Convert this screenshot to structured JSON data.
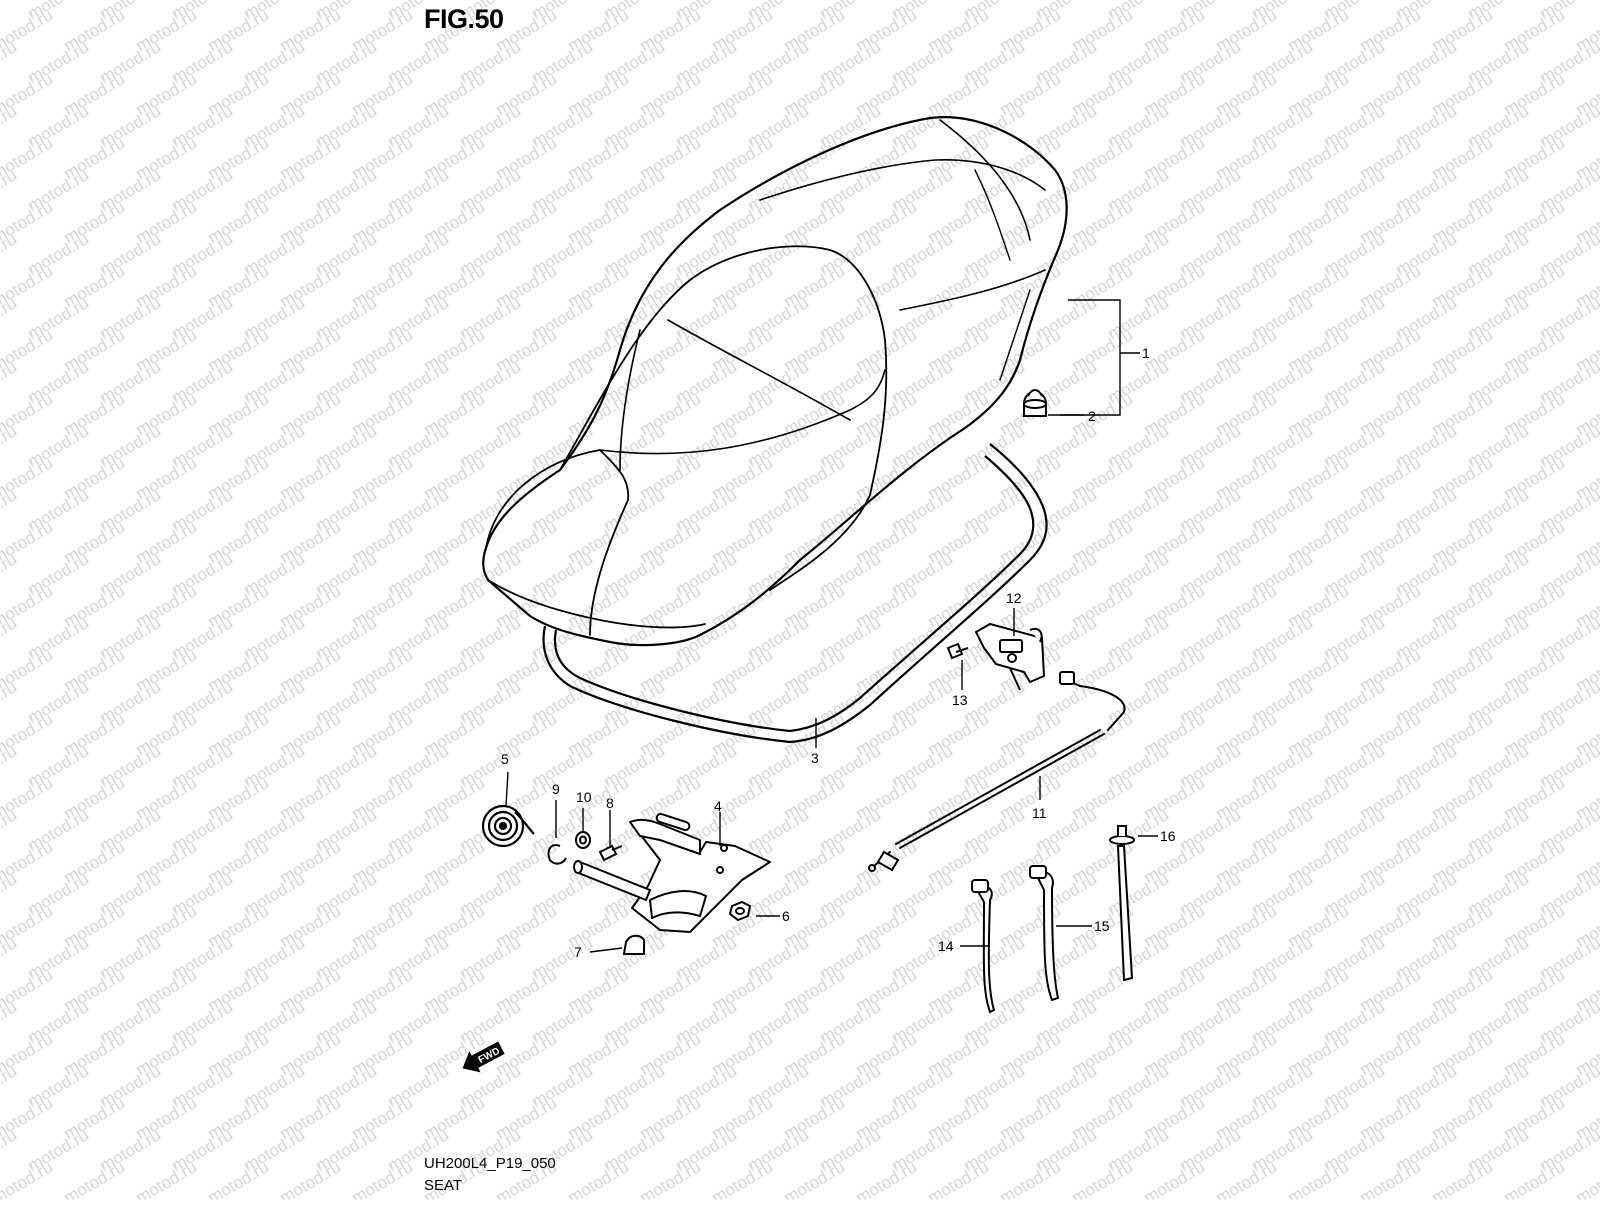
{
  "figure": {
    "title": "FIG.50",
    "code": "UH200L4_P19_050",
    "name": "SEAT"
  },
  "watermark": {
    "text": "motod.ru",
    "color": "#d6d6d6"
  },
  "fwd_arrow": {
    "label": "FWD"
  },
  "callouts": {
    "c1": "1",
    "c2": "2",
    "c3": "3",
    "c4": "4",
    "c5": "5",
    "c6": "6",
    "c7": "7",
    "c8": "8",
    "c9": "9",
    "c10": "10",
    "c11": "11",
    "c12": "12",
    "c13": "13",
    "c14": "14",
    "c15": "15",
    "c16": "16"
  },
  "colors": {
    "line": "#000000",
    "background": "#ffffff"
  }
}
